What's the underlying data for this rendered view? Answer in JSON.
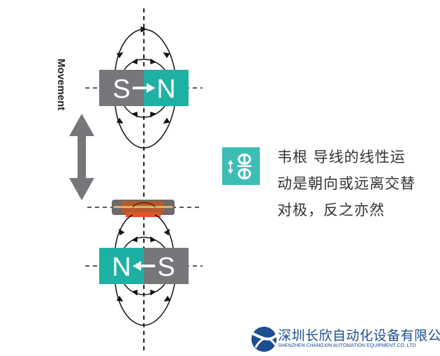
{
  "movement_label": "Movement",
  "top_magnet": {
    "left_pole": "S",
    "right_pole": "N"
  },
  "bottom_magnet": {
    "left_pole": "N",
    "right_pole": "S"
  },
  "description_lines": [
    "韦根 导线的线性运",
    "动是朝向或远离交替",
    "对极，反之亦然"
  ],
  "logo": {
    "name_cn": "深圳长欣自动化设备有限公司",
    "name_en": "SHENZHEN CHANGXIN AUTOMATION EQUIPMENT CO. LTD"
  },
  "colors": {
    "teal": "#1fb0a4",
    "gray": "#77767b",
    "icon_teal": "#3dbdb6",
    "brand_blue": "#1d4e8f"
  }
}
